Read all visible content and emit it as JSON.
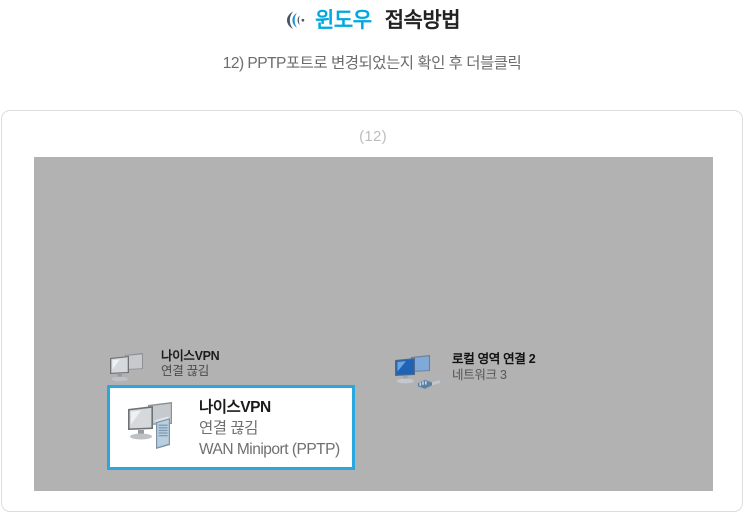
{
  "header": {
    "brand_icon": "wave-signal-logo-icon",
    "title_brand": "윈도우",
    "title_rest": "접속방법",
    "subtitle": "12) PPTP포트로 변경되었는지 확인 후 더블클릭"
  },
  "card": {
    "step_label": "(12)"
  },
  "panel": {
    "items": [
      {
        "icon": "disconnected-vpn-computers-icon",
        "name": "나이스VPN",
        "status": "연결 끊김",
        "device": ""
      },
      {
        "icon": "active-lan-computers-icon",
        "name": "로컬 영역 연결 2",
        "status": "네트워크  3",
        "device": ""
      }
    ]
  },
  "callout": {
    "icon": "disconnected-vpn-computers-icon",
    "name": "나이스VPN",
    "status": "연결 끊김",
    "device": "WAN Miniport (PPTP)",
    "border_color": "#29a8dd"
  },
  "colors": {
    "brand_blue": "#00a8e1",
    "panel_gray": "#b2b2b2",
    "card_border": "#dcdcdc",
    "step_label_gray": "#bdbdbd",
    "highlight_blue": "#29a8dd"
  }
}
